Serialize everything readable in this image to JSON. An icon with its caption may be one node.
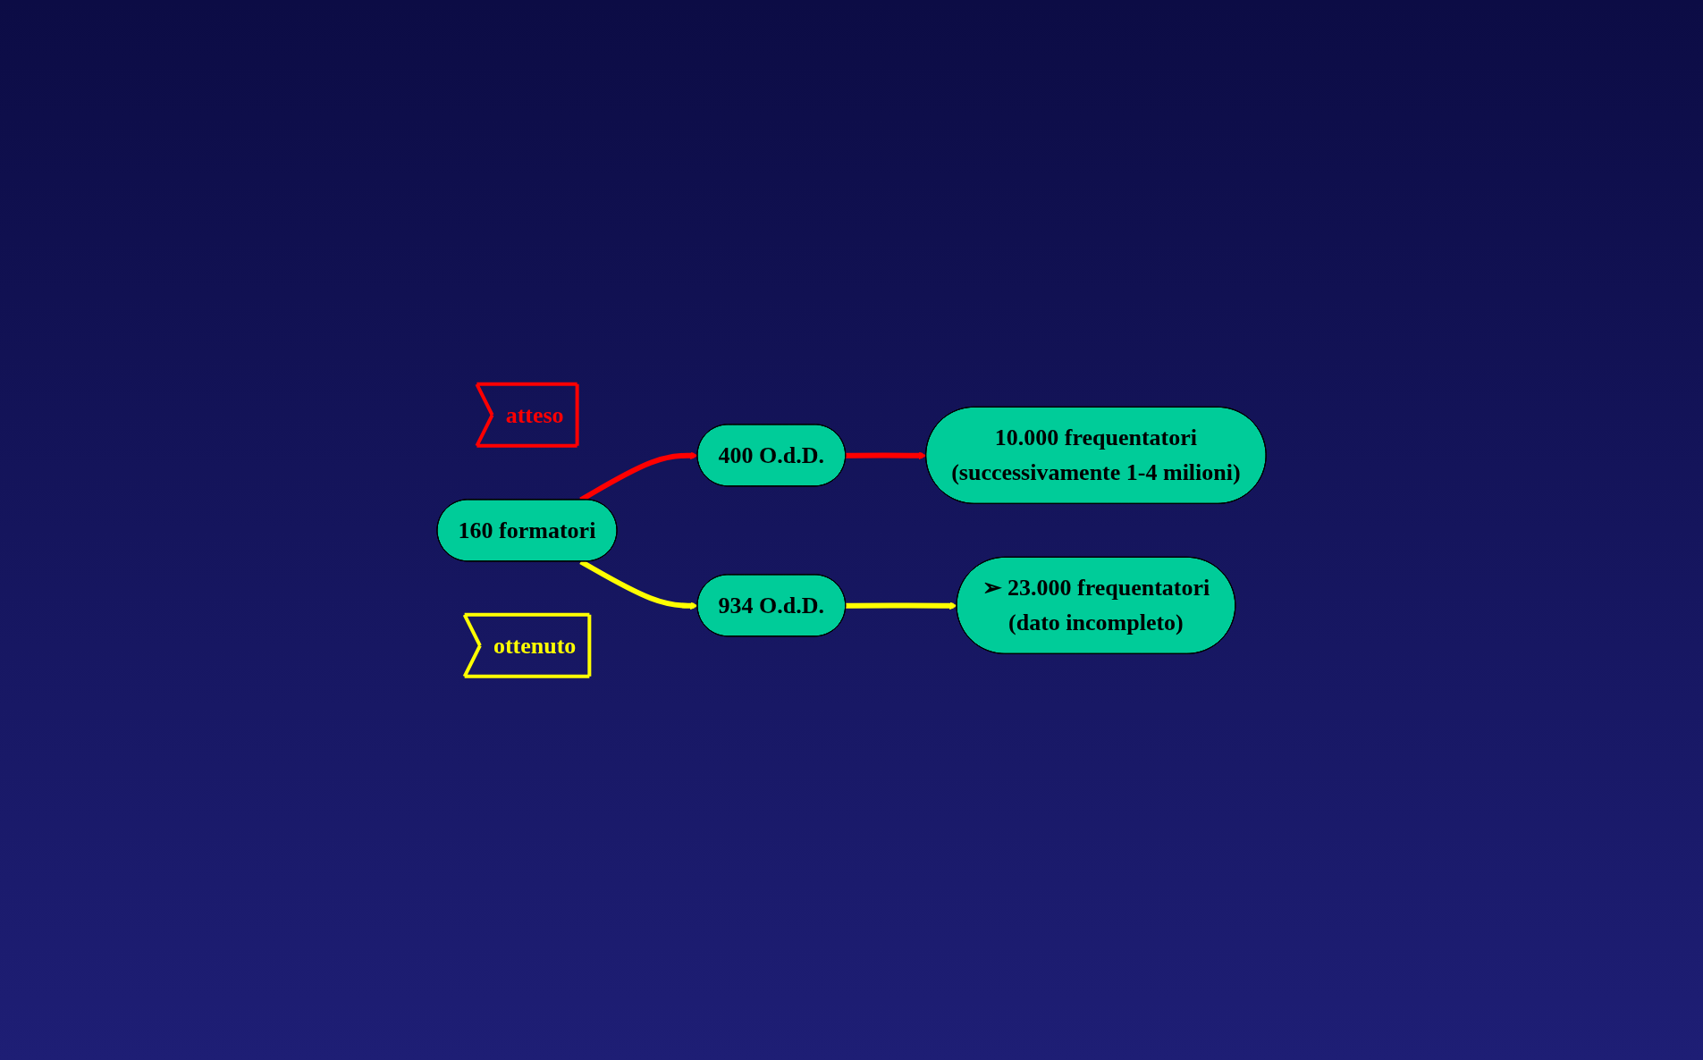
{
  "diagram": {
    "nodes": [
      {
        "text": [
          "atteso"
        ]
      },
      {
        "text": [
          "10.000  frequentatori",
          "(successivamente 1-4 milioni)"
        ]
      },
      {
        "text": [
          "400 O.d.D."
        ]
      },
      {
        "text": [
          "160 formatori"
        ]
      },
      {
        "text": [
          "934  O.d.D."
        ]
      },
      {
        "text": [
          "ottenuto"
        ]
      },
      {
        "text": [
          "➢ 23.000  frequentatori",
          "(dato incompleto)"
        ]
      }
    ],
    "edges": [
      {
        "from": 3,
        "to": 2,
        "arrow": "to",
        "color": "#ff0000"
      },
      {
        "from": 2,
        "to": 1,
        "arrow": "to",
        "color": "#ff0000"
      },
      {
        "from": 3,
        "to": 4,
        "arrow": "to",
        "color": "#ffff00"
      },
      {
        "from": 4,
        "to": 6,
        "arrow": "to",
        "color": "#ffff00"
      }
    ]
  }
}
